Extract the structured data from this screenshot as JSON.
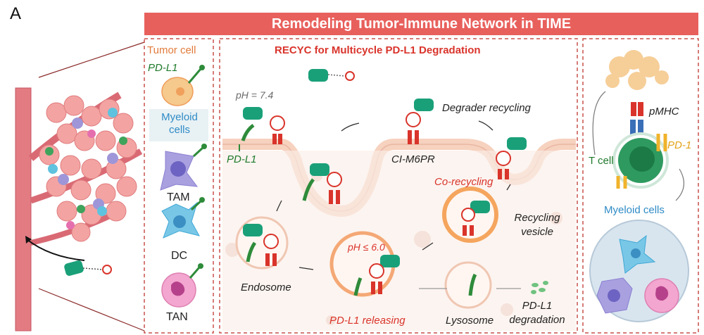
{
  "panel_letter": "A",
  "banner_title": "Remodeling Tumor-Immune Network in TIME",
  "left_panel": {
    "tumor_cell": "Tumor cell",
    "pd_l1": "PD-L1",
    "myeloid_cells": "Myeloid cells",
    "tam": "TAM",
    "dc": "DC",
    "tan": "TAN"
  },
  "center_panel": {
    "title": "RECYC for Multicycle PD-L1 Degradation",
    "ph_74": "pH = 7.4",
    "pd_l1": "PD-L1",
    "ci_m6pr": "CI-M6PR",
    "degrader_recycling": "Degrader recycling",
    "co_recycling": "Co-recycling",
    "recycling_vesicle": "Recycling vesicle",
    "endosome": "Endosome",
    "ph_60": "pH ≤ 6.0",
    "pd_l1_releasing": "PD-L1 releasing",
    "lysosome": "Lysosome",
    "pd_l1_degradation": "PD-L1 degradation"
  },
  "right_panel": {
    "pmhc": "pMHC",
    "pd_1": "PD-1",
    "t_cell": "T cell",
    "myeloid_cells": "Myeloid cells"
  },
  "colors": {
    "banner": "#e8605c",
    "degrader": "#1aa079",
    "receptor": "#d9342b",
    "pd_l1": "#2e8b3a",
    "membrane": "#f6d6c6"
  }
}
